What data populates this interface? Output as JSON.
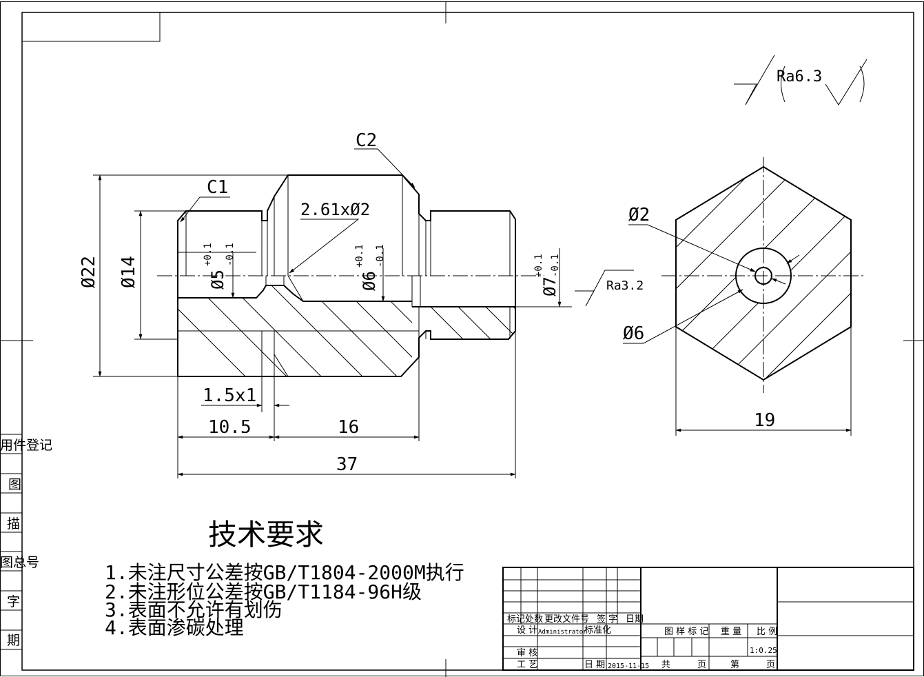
{
  "drawing": {
    "roughness": {
      "main": "Ra6.3",
      "bore": "Ra3.2"
    },
    "dims": {
      "c1": "C1",
      "c2": "C2",
      "groove_hole": "2.61xØ2",
      "d22": "Ø22",
      "d14": "Ø14",
      "d5": "Ø5",
      "d6": "Ø6",
      "d7": "Ø7",
      "tol_plus": "+0.1",
      "tol_minus": "-0.1",
      "groove": "1.5x1",
      "len_10_5": "10.5",
      "len_16": "16",
      "len_37": "37",
      "side_d2": "Ø2",
      "side_d6": "Ø6",
      "across_flats": "19"
    }
  },
  "tech": {
    "title": "技术要求",
    "items": [
      "1.未注尺寸公差按GB/T1804-2000M执行",
      "2.未注形位公差按GB/T1184-96H级",
      "3.表面不允许有划伤",
      "4.表面渗碳处理"
    ]
  },
  "side_labels": [
    "用件登记",
    "图",
    "描",
    "图总号",
    "字",
    "期"
  ],
  "title_block": {
    "hdr_mark": "标记",
    "hdr_count": "处数",
    "hdr_doc": "更改文件号",
    "hdr_sign": "签 字",
    "hdr_date": "日期",
    "design": "设 计",
    "designer": "Administrator",
    "standard": "标准化",
    "review": "审 核",
    "process": "工 艺",
    "date_label": "日 期",
    "date": "2015-11-15",
    "sample_mark": "图 样 标 记",
    "weight": "重 量",
    "ratio": "比 例",
    "ratio_value": "1:0.25",
    "total": "共",
    "page": "页",
    "no": "第",
    "page2": "页"
  }
}
